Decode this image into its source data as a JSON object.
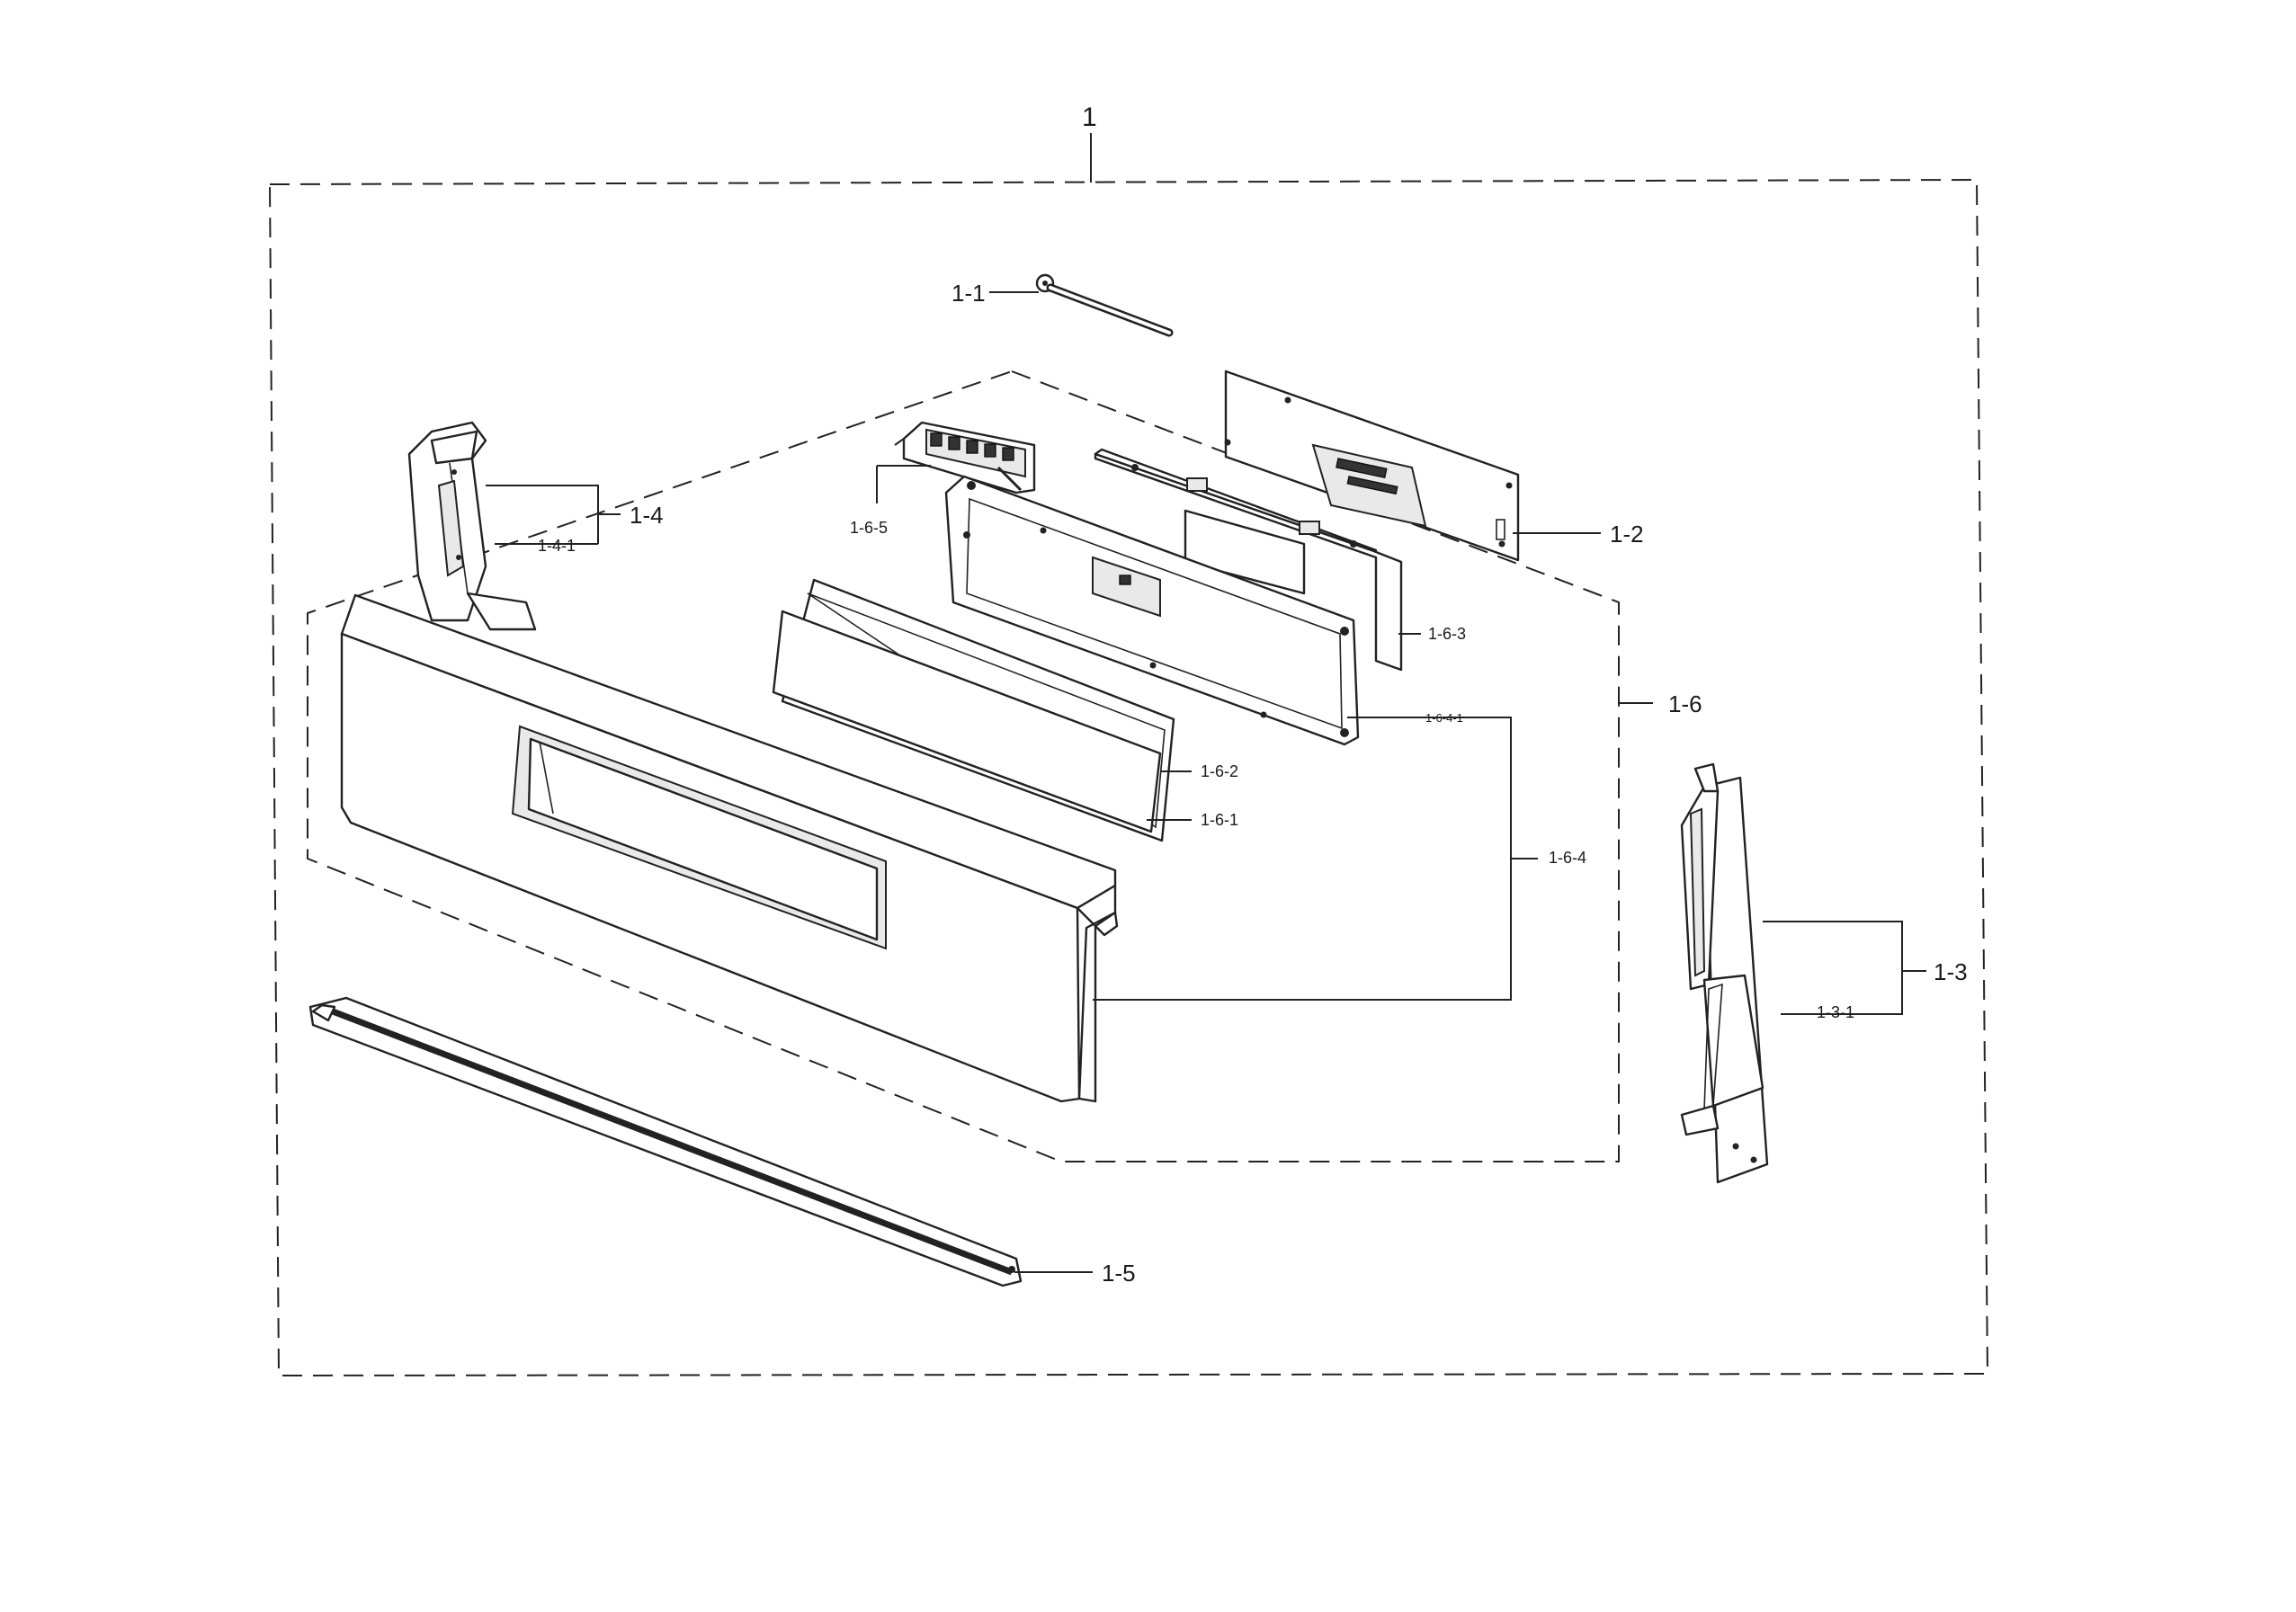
{
  "diagram": {
    "callouts": {
      "assembly": "1",
      "p1_1": "1-1",
      "p1_2": "1-2",
      "p1_3": "1-3",
      "p1_3_1": "1-3-1",
      "p1_4": "1-4",
      "p1_4_1": "1-4-1",
      "p1_5": "1-5",
      "p1_6": "1-6",
      "p1_6_1": "1-6-1",
      "p1_6_2": "1-6-2",
      "p1_6_3": "1-6-3",
      "p1_6_4": "1-6-4",
      "p1_6_4_1": "1-6-4-1",
      "p1_6_5": "1-6-5"
    },
    "colors": {
      "line": "#222222",
      "background": "#ffffff"
    }
  }
}
